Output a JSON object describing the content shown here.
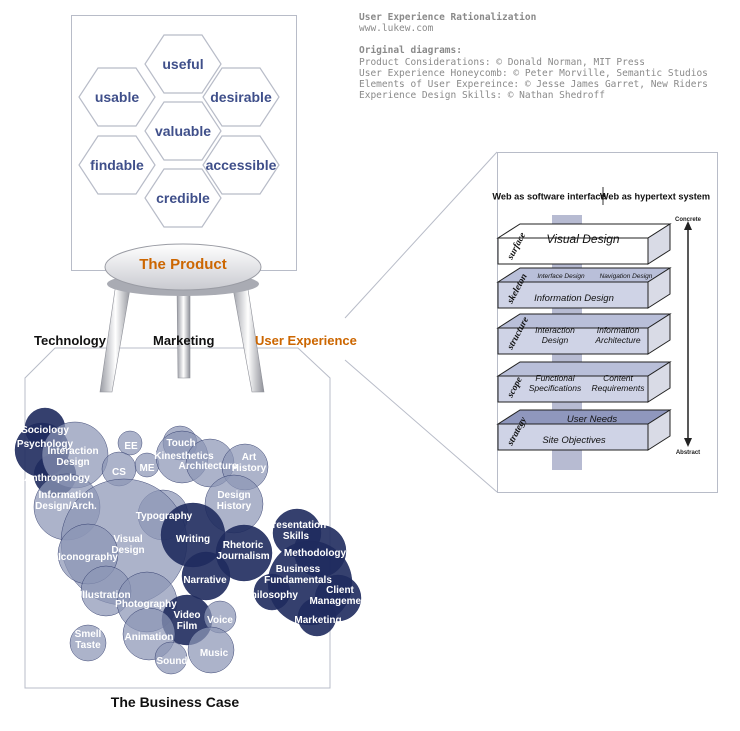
{
  "credits": {
    "title": "User Experience Rationalization",
    "site": "www.lukew.com",
    "heading": "Original diagrams:",
    "lines": [
      "Product Considerations: © Donald Norman, MIT Press",
      "User Experience Honeycomb: © Peter Morville, Semantic Studios",
      "Elements of User Expereince: © Jesse James Garret, New Riders",
      "Experience Design Skills: © Nathan Shedroff"
    ]
  },
  "honeycomb": [
    "useful",
    "usable",
    "desirable",
    "valuable",
    "findable",
    "accessible",
    "credible"
  ],
  "stool": {
    "product": "The Product",
    "legs": [
      "Technology",
      "Marketing",
      "User Experience"
    ],
    "business_case": "The Business Case"
  },
  "elements": {
    "header_left": "Web as software interface",
    "header_right": "Web as hypertext system",
    "concrete": "Concrete",
    "abstract": "Abstract",
    "planes": [
      {
        "name": "surface",
        "left": "Visual Design",
        "right": ""
      },
      {
        "name": "skeleton",
        "left": "Interface Design",
        "right": "Navigation Design",
        "bottom": "Information Design"
      },
      {
        "name": "structure",
        "left": "Interaction Design",
        "right": "Information Architecture"
      },
      {
        "name": "scope",
        "left": "Functional Specifications",
        "right": "Content Requirements"
      },
      {
        "name": "strategy",
        "left": "User Needs",
        "right": "",
        "bottom": "Site Objectives"
      }
    ]
  },
  "skills": [
    {
      "label": "Sociology",
      "tone": "dark"
    },
    {
      "label": "Psychology",
      "tone": "dark"
    },
    {
      "label": "Anthropology",
      "tone": "dark"
    },
    {
      "label": "Interaction Design",
      "tone": "light"
    },
    {
      "label": "EE",
      "tone": "light"
    },
    {
      "label": "CS",
      "tone": "light"
    },
    {
      "label": "ME",
      "tone": "light"
    },
    {
      "label": "Touch",
      "tone": "light"
    },
    {
      "label": "Kinesthetics",
      "tone": "light"
    },
    {
      "label": "Architecture",
      "tone": "light"
    },
    {
      "label": "Art History",
      "tone": "light"
    },
    {
      "label": "Information Design/Arch.",
      "tone": "light"
    },
    {
      "label": "Typography",
      "tone": "light"
    },
    {
      "label": "Design History",
      "tone": "light"
    },
    {
      "label": "Visual Design",
      "tone": "light"
    },
    {
      "label": "Writing",
      "tone": "dark"
    },
    {
      "label": "Rhetoric Journalism",
      "tone": "dark"
    },
    {
      "label": "Presentation Skills",
      "tone": "dark"
    },
    {
      "label": "Methodology",
      "tone": "dark"
    },
    {
      "label": "Iconography",
      "tone": "light"
    },
    {
      "label": "Narrative",
      "tone": "dark"
    },
    {
      "label": "Business Fundamentals",
      "tone": "dark"
    },
    {
      "label": "Philosophy",
      "tone": "dark"
    },
    {
      "label": "Client Management",
      "tone": "dark"
    },
    {
      "label": "Illustration",
      "tone": "light"
    },
    {
      "label": "Photography",
      "tone": "light"
    },
    {
      "label": "Video Film",
      "tone": "dark"
    },
    {
      "label": "Voice",
      "tone": "light"
    },
    {
      "label": "Marketing",
      "tone": "dark"
    },
    {
      "label": "Animation",
      "tone": "light"
    },
    {
      "label": "Smell Taste",
      "tone": "light"
    },
    {
      "label": "Music",
      "tone": "light"
    },
    {
      "label": "Sound",
      "tone": "light"
    }
  ],
  "colors": {
    "light_circle": "#8c95b6",
    "dark_circle": "#1f2b5e",
    "hex_text": "#3f4f8a",
    "accent_orange": "#cc6600",
    "plane_fill": "#b9bfd9",
    "box_border": "#b8bcc8"
  }
}
